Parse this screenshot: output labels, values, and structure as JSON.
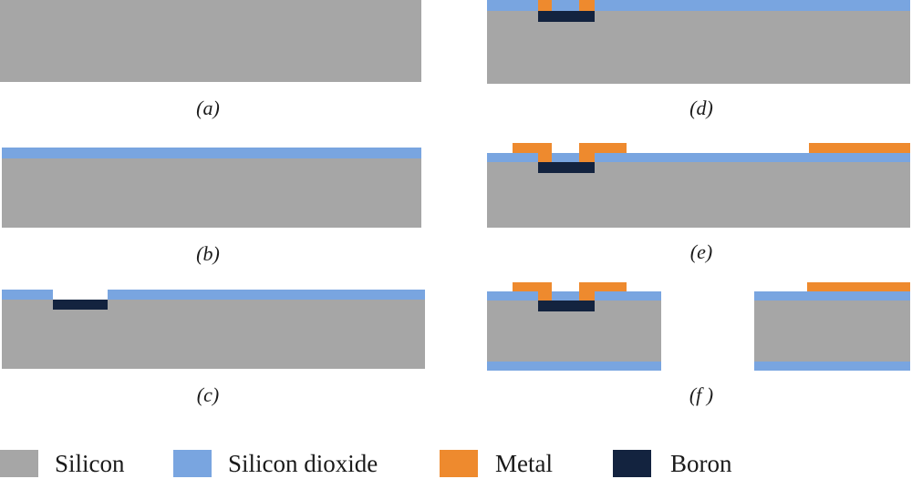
{
  "captions": {
    "a": "(a)",
    "b": "(b)",
    "c": "(c)",
    "d": "(d)",
    "e": "(e)",
    "f": "(f )"
  },
  "legend": [
    {
      "label": "Silicon",
      "color": "#a6a6a6"
    },
    {
      "label": "Silicon dioxide",
      "color": "#79a5e0"
    },
    {
      "label": "Metal",
      "color": "#ee8a2e"
    },
    {
      "label": "Boron",
      "color": "#13233f"
    }
  ]
}
